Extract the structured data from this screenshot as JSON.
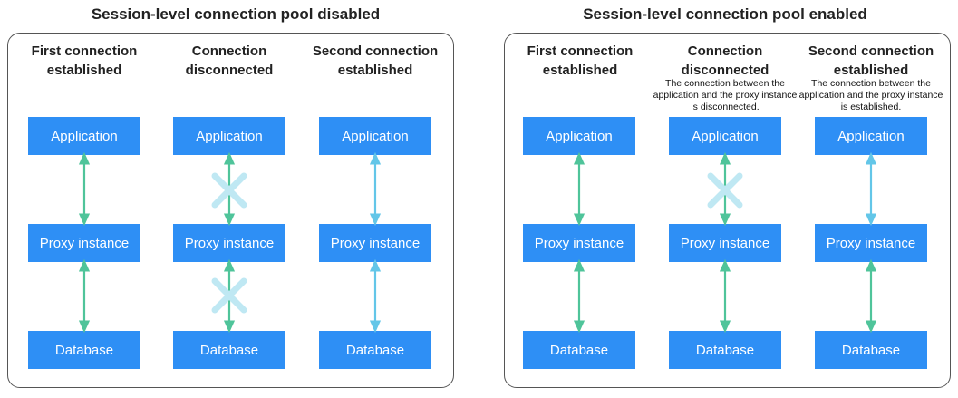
{
  "left": {
    "title": "Session-level connection pool disabled",
    "cols": [
      {
        "header": "First connection established",
        "app": "Application",
        "proxy": "Proxy instance",
        "db": "Database"
      },
      {
        "header": "Connection disconnected",
        "app": "Application",
        "proxy": "Proxy instance",
        "db": "Database"
      },
      {
        "header": "Second connection established",
        "app": "Application",
        "proxy": "Proxy instance",
        "db": "Database"
      }
    ]
  },
  "right": {
    "title": "Session-level connection pool enabled",
    "cols": [
      {
        "header": "First connection established",
        "app": "Application",
        "proxy": "Proxy instance",
        "db": "Database"
      },
      {
        "header": "Connection disconnected",
        "note": "The connection between the application and the proxy instance is disconnected.",
        "app": "Application",
        "proxy": "Proxy instance",
        "db": "Database"
      },
      {
        "header": "Second connection established",
        "note": "The connection between the application and the proxy instance is established.",
        "app": "Application",
        "proxy": "Proxy instance",
        "db": "Database"
      }
    ]
  },
  "colors": {
    "box": "#2e8ff5",
    "link_green": "#4fc49a",
    "link_blue": "#63c6e8",
    "cross": "#bfe8f3"
  }
}
